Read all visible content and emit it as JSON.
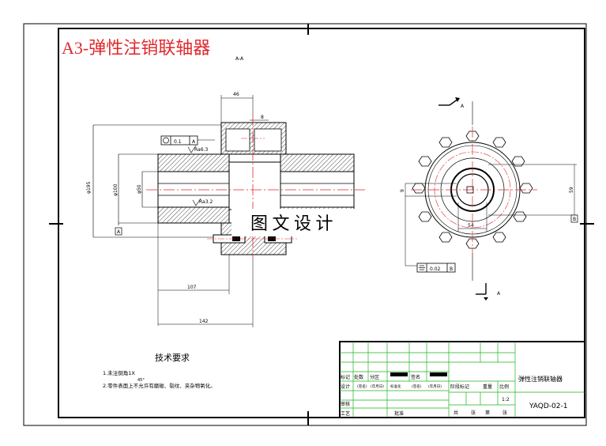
{
  "title": "A3-弹性注销联轴器",
  "section_label": "A-A",
  "view_arrow_label": "A",
  "view_arrow_label_bottom": "A",
  "watermark": "图 文 设 计",
  "dims": {
    "d46": "46",
    "d8": "8",
    "phi195": "φ195",
    "phi100": "φ100",
    "phi50": "φ50",
    "len107": "107",
    "len142": "142",
    "d9": "9",
    "d59": "59",
    "d54": "54"
  },
  "tolerances": {
    "runout_value": "0.1",
    "runout_datum": "A",
    "symmetry_value": "0.02",
    "symmetry_datum": "B",
    "datum_a": "A",
    "datum_b": "B",
    "roughness_1": "Ra6.3",
    "roughness_2": "Ra3.2"
  },
  "tech_req": {
    "heading": "技术要求",
    "line1": "1.未注倒角1X",
    "line1b": "45°",
    "line2": "2.零件表面上不允许有磨碰、裂纹、夹杂物氧化。"
  },
  "title_block": {
    "mark": "标记",
    "count": "处数",
    "zone": "分区",
    "sign": "签名",
    "design": "设计",
    "sig_date": "(签名)",
    "ymd": "(年月日)",
    "standardize": "标准化",
    "stage_mark": "阶段标记",
    "weight": "重量",
    "scale": "比例",
    "scale_value": "1:2",
    "review": "审核",
    "process": "工艺",
    "approve": "批准",
    "total": "共",
    "sheets": "张",
    "page": "第",
    "part_name": "弹性注销联轴器",
    "drawing_no": "YAQD-02-1"
  }
}
